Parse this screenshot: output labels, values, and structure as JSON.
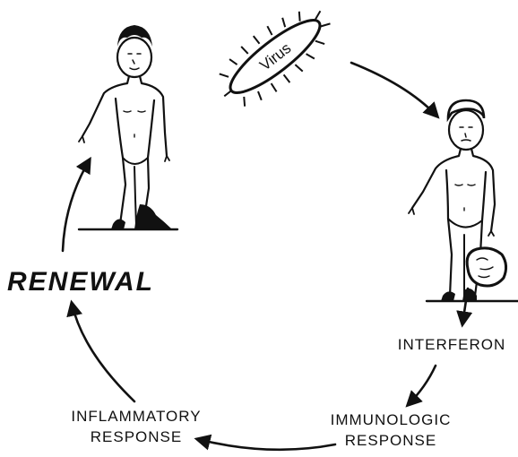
{
  "diagram": {
    "virus_label": "Virus",
    "interferon_label": "INTERFERON",
    "immunologic_line1": "IMMUNOLOGIC",
    "immunologic_line2": "RESPONSE",
    "inflammatory_line1": "INFLAMMATORY",
    "inflammatory_line2": "RESPONSE",
    "renewal_label": "RENEWAL"
  },
  "ink_color": "#111111",
  "background_color": "#ffffff"
}
